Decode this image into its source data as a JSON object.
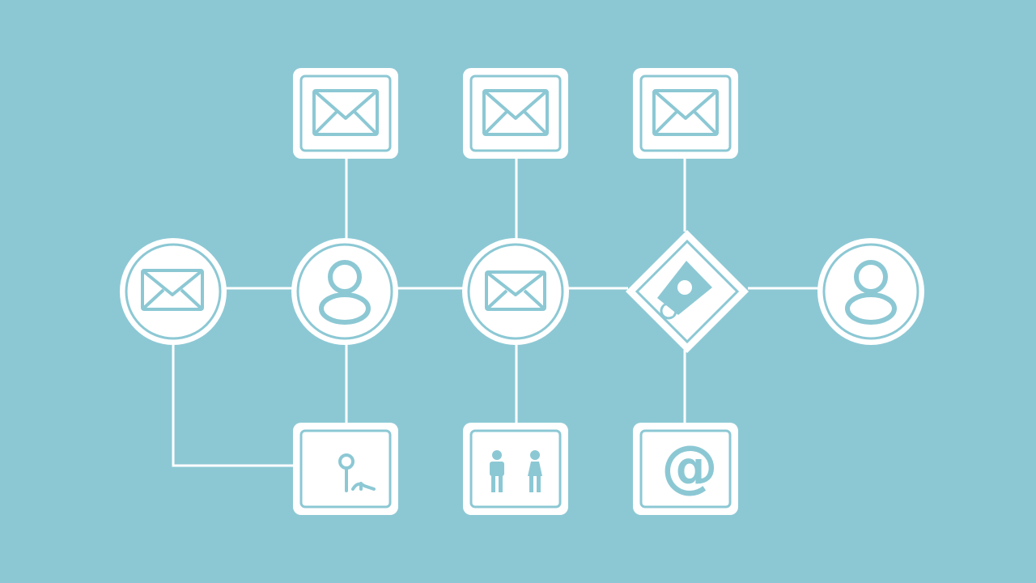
{
  "colors": {
    "background": "#8cc8d4",
    "node_fill": "#ffffff",
    "line": "#ffffff",
    "icon": "#8cc8d4"
  },
  "nodes": [
    {
      "id": "circle-mail-start",
      "shape": "circle",
      "icon": "envelope-icon"
    },
    {
      "id": "circle-person-1",
      "shape": "circle",
      "icon": "person-icon"
    },
    {
      "id": "circle-mail-middle",
      "shape": "circle",
      "icon": "envelope-icon"
    },
    {
      "id": "diamond-decision",
      "shape": "diamond",
      "icon": "decision-icon"
    },
    {
      "id": "circle-person-end",
      "shape": "circle",
      "icon": "person-icon"
    },
    {
      "id": "box-mail-top-1",
      "shape": "rounded-square",
      "icon": "envelope-icon"
    },
    {
      "id": "box-mail-top-2",
      "shape": "rounded-square",
      "icon": "envelope-icon"
    },
    {
      "id": "box-mail-top-3",
      "shape": "rounded-square",
      "icon": "envelope-icon"
    },
    {
      "id": "box-key-bottom",
      "shape": "rounded-square",
      "icon": "key-icon"
    },
    {
      "id": "box-people-bottom",
      "shape": "rounded-square",
      "icon": "people-icon"
    },
    {
      "id": "box-at-bottom",
      "shape": "rounded-square",
      "icon": "at-sign-icon",
      "glyph": "@"
    }
  ],
  "edges": [
    [
      "circle-mail-start",
      "circle-person-1"
    ],
    [
      "circle-person-1",
      "circle-mail-middle"
    ],
    [
      "circle-mail-middle",
      "diamond-decision"
    ],
    [
      "diamond-decision",
      "circle-person-end"
    ],
    [
      "box-mail-top-1",
      "circle-person-1"
    ],
    [
      "box-mail-top-2",
      "circle-mail-middle"
    ],
    [
      "box-mail-top-3",
      "diamond-decision"
    ],
    [
      "circle-person-1",
      "box-key-bottom"
    ],
    [
      "circle-mail-start",
      "box-key-bottom"
    ],
    [
      "circle-mail-middle",
      "box-people-bottom"
    ],
    [
      "diamond-decision",
      "box-at-bottom"
    ]
  ]
}
